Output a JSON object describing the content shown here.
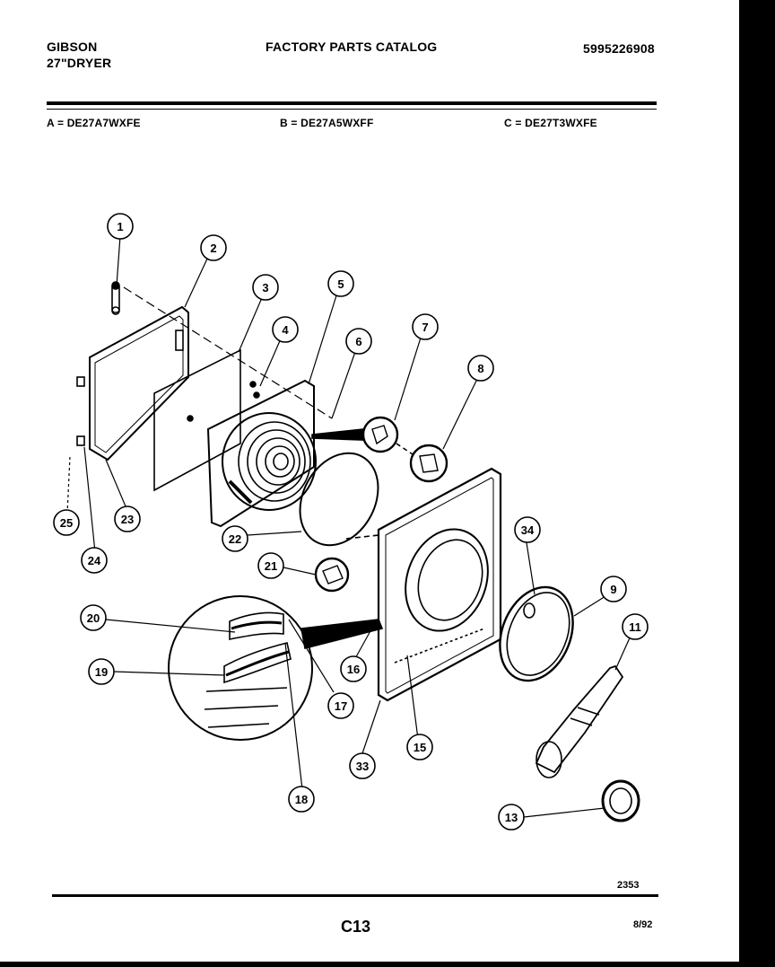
{
  "header": {
    "brand": "GIBSON",
    "product": "27\"DRYER",
    "catalog_title": "FACTORY PARTS CATALOG",
    "catalog_number": "5995226908"
  },
  "models": {
    "a": "A = DE27A7WXFE",
    "b": "B = DE27A5WXFF",
    "c": "C = DE27T3WXFE"
  },
  "callouts": [
    "1",
    "2",
    "3",
    "4",
    "5",
    "6",
    "7",
    "8",
    "9",
    "11",
    "13",
    "15",
    "16",
    "17",
    "18",
    "19",
    "20",
    "21",
    "22",
    "23",
    "24",
    "25",
    "33",
    "34"
  ],
  "footer": {
    "diagram_number": "2353",
    "page_code": "C13",
    "date": "8/92"
  }
}
